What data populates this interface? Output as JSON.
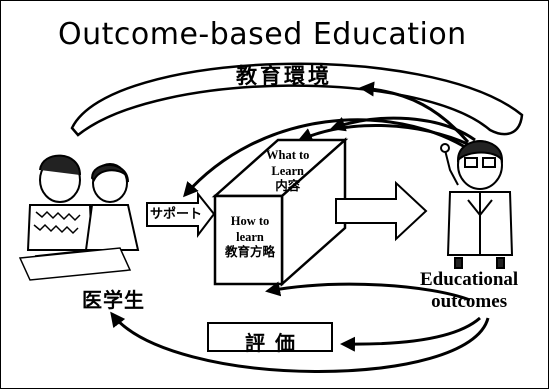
{
  "title": "Outcome-based Education",
  "environment_label": "教育環境",
  "support_label": "サポート",
  "cube": {
    "top_line1": "What to",
    "top_line2": "Learn",
    "top_line3": "内容",
    "front_line1": "How to",
    "front_line2": "learn",
    "front_line3": "教育方略"
  },
  "students_label": "医学生",
  "outcomes_line1": "Educational",
  "outcomes_line2": "outcomes",
  "evaluation_label": "評価"
}
